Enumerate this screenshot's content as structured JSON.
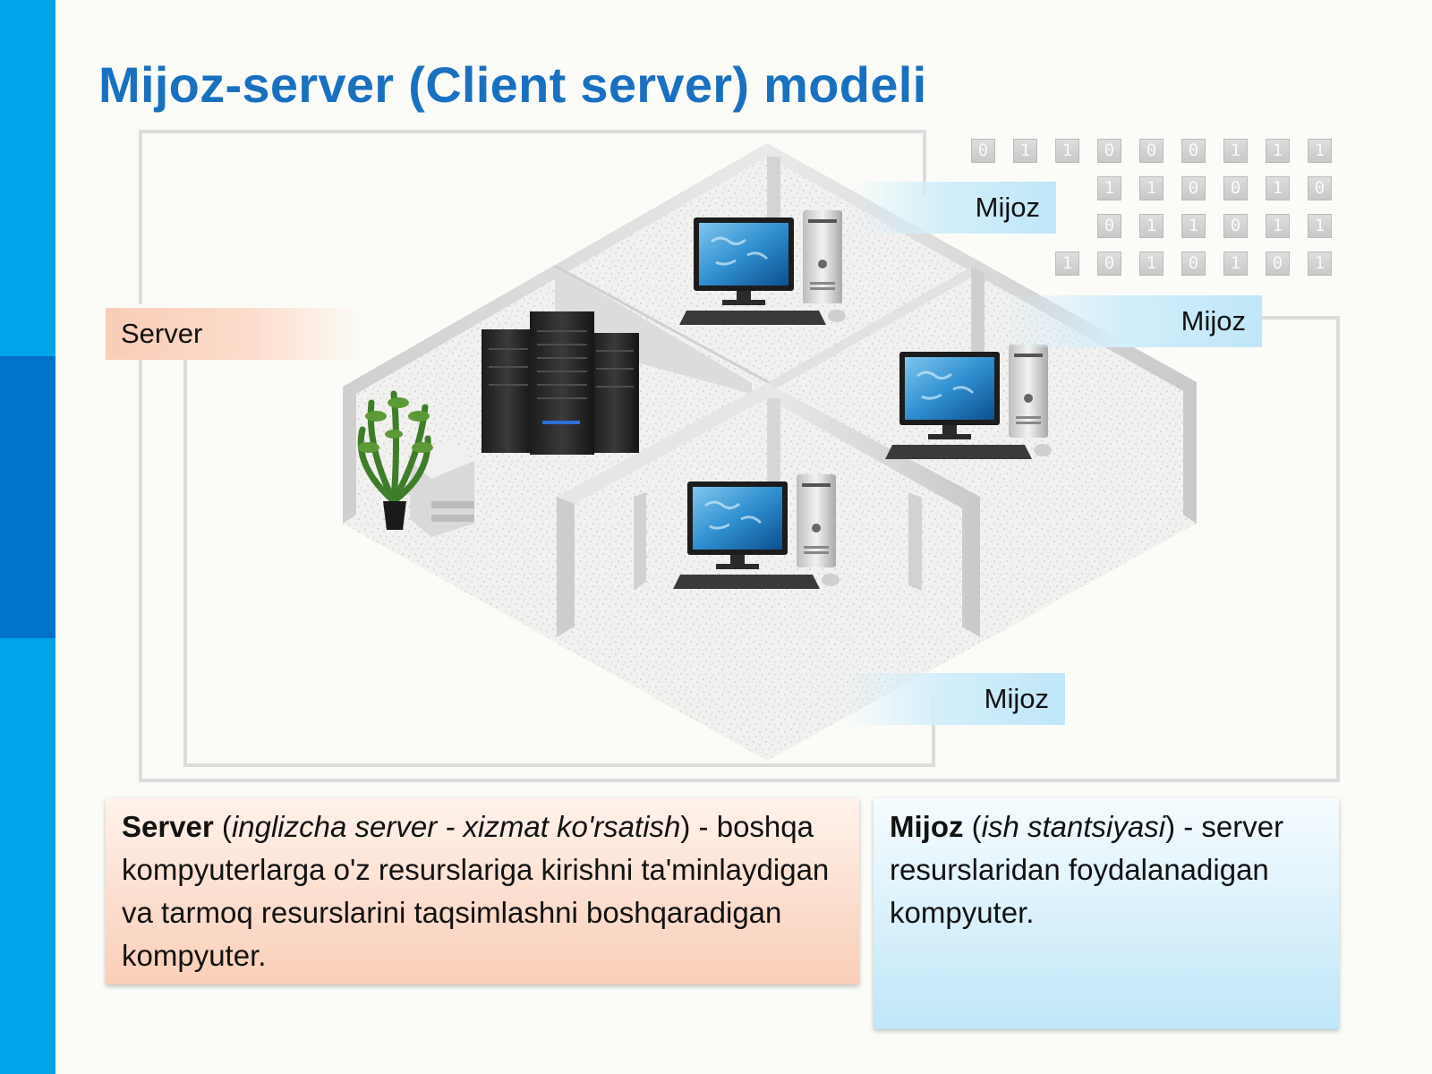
{
  "title": "Mijoz-server (Client server) modeli",
  "labels": {
    "server": "Server",
    "client_top": "Mijoz",
    "client_right": "Mijoz",
    "client_bottom": "Mijoz"
  },
  "binary_rows": [
    [
      "0",
      "1",
      "1",
      "0",
      "0",
      "0",
      "1",
      "1",
      "1"
    ],
    [
      "1",
      "1",
      "0",
      "0",
      "1",
      "0"
    ],
    [
      "0",
      "1",
      "1",
      "0",
      "1",
      "1"
    ],
    [
      "1",
      "0",
      "1",
      "0",
      "1",
      "0",
      "1"
    ]
  ],
  "server_desc": {
    "term": "Server",
    "paren_open": " (",
    "gloss": "inglizcha server - xizmat ko'rsatish",
    "paren_close": ") - ",
    "text": "boshqa kompyuterlarga o'z resurslariga kirishni ta'minlaydigan va tarmoq resurslarini taqsimlashni boshqaradigan kompyuter."
  },
  "client_desc": {
    "term": "Mijoz",
    "paren_open": " (",
    "gloss": "ish stantsiyasi",
    "paren_close": ") - ",
    "text": "server resurslaridan foydalanadigan kompyuter."
  },
  "colors": {
    "sidebar": "#00a4e8",
    "sidebar_band": "#0073c8",
    "title": "#1a70c0",
    "server_accent": "#f9cdb7",
    "client_accent": "#bfe6f8"
  }
}
